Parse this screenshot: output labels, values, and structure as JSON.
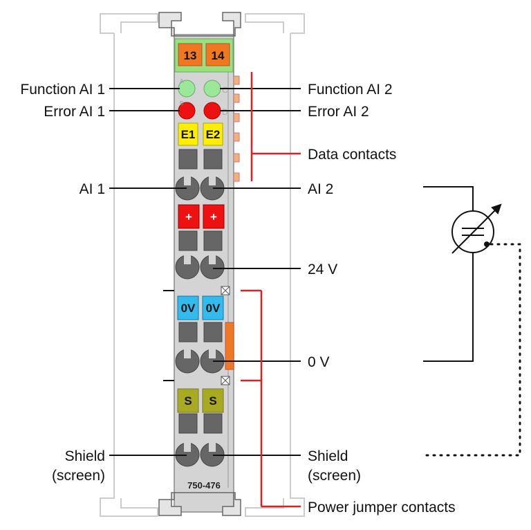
{
  "module": {
    "model": "750-476",
    "terminal_numbers": [
      "13",
      "14"
    ],
    "error_tags": [
      "E1",
      "E2"
    ],
    "plus_tags": [
      "+",
      "+"
    ],
    "zero_tags": [
      "0V",
      "0V"
    ],
    "shield_tags": [
      "S",
      "S"
    ],
    "led_letters": [
      "A",
      "C",
      "B",
      "D"
    ]
  },
  "labels": {
    "function_ai1": "Function AI 1",
    "function_ai2": "Function AI 2",
    "error_ai1": "Error AI 1",
    "error_ai2": "Error AI 2",
    "data_contacts": "Data contacts",
    "ai1": "AI 1",
    "ai2": "AI 2",
    "v24": "24 V",
    "v0": "0 V",
    "shield_left_1": "Shield",
    "shield_left_2": "(screen)",
    "shield_right_1": "Shield",
    "shield_right_2": "(screen)",
    "power_jumper": "Power jumper contacts"
  },
  "colors": {
    "module_body": "#d4d4d4",
    "orange": "#f07820",
    "green_strip": "#9be07a",
    "led_green": "#9be89b",
    "led_red": "#ee1111",
    "yellow": "#ffee00",
    "red_tag": "#ee1111",
    "blue": "#33bbee",
    "olive": "#a8aa22",
    "slot_gray": "#666666",
    "accent_line": "#e02020"
  }
}
